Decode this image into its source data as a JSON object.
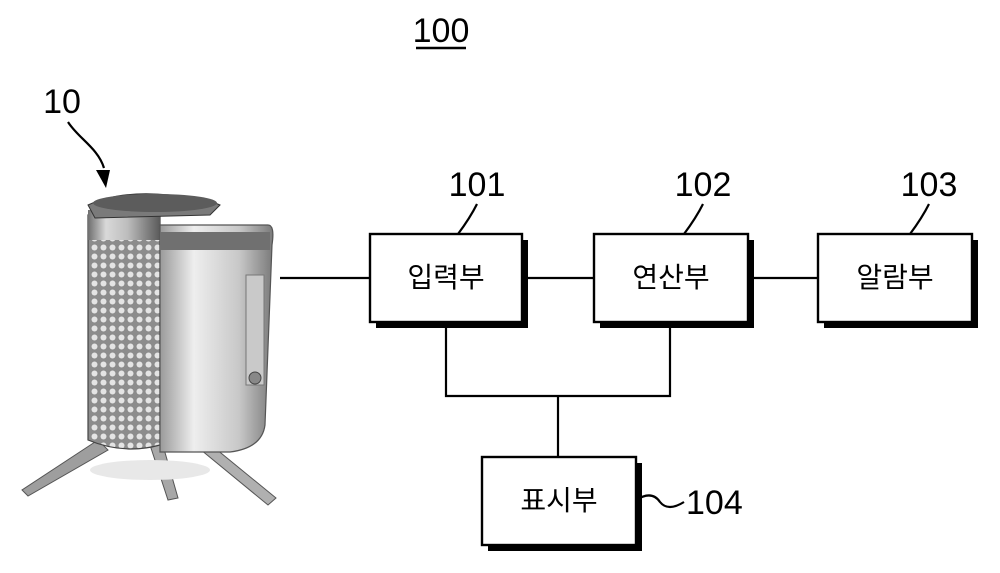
{
  "figure_label": "100",
  "device_label": "10",
  "blocks": {
    "input": {
      "ref": "101",
      "label": "입력부"
    },
    "compute": {
      "ref": "102",
      "label": "연산부"
    },
    "alarm": {
      "ref": "103",
      "label": "알람부"
    },
    "display": {
      "ref": "104",
      "label": "표시부"
    }
  }
}
